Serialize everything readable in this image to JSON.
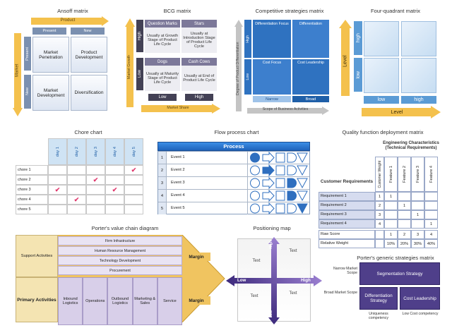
{
  "ansoff": {
    "title": "Ansoff matrix",
    "product_label": "Product",
    "market_label": "Market",
    "col_present": "Present",
    "col_new": "New",
    "row_present": "Present",
    "row_new": "New",
    "quadrants": [
      "Market Penetration",
      "Product Development",
      "Market Development",
      "Diversification"
    ]
  },
  "bcg": {
    "title": "BCG matrix",
    "y_label": "Market Growth",
    "x_label": "Market Share",
    "high": "High",
    "low": "Low",
    "x_low": "Low",
    "x_high": "High",
    "quadrants": [
      {
        "head": "Question Marks",
        "body": "Usually at Growth Stage of Product Life Cycle"
      },
      {
        "head": "Stars",
        "body": "Usually at Introduction Stage of Product Life Cycle"
      },
      {
        "head": "Dogs",
        "body": "Usually at Maturity Stage of Product Life Cycle"
      },
      {
        "head": "Cash Cows",
        "body": "Usually at End of Product Life Cycle"
      }
    ]
  },
  "competitive": {
    "title": "Competitive strategies matrix",
    "y_label": "Degree of Product Differentiation",
    "x_label": "Scope of Business Activities",
    "high": "High",
    "low": "Low",
    "narrow": "Narrow",
    "broad": "Broad",
    "quadrants": [
      "Differentiation Focus",
      "Differentiation",
      "Cost Focus",
      "Cost Leadership"
    ]
  },
  "four_quadrant": {
    "title": "Four-quadrant matrix",
    "y_label": "Level",
    "x_label": "Level",
    "high": "high",
    "low": "low",
    "x_low": "low",
    "x_high": "high"
  },
  "chore": {
    "title": "Chore chart",
    "days": [
      "day 1",
      "day 2",
      "day 3",
      "day 4",
      "day 5"
    ],
    "chores": [
      "chore 1",
      "chore 2",
      "chore 3",
      "chore 4",
      "chore 5"
    ],
    "check": "✔",
    "checks": [
      [
        0,
        4
      ],
      [
        1,
        2
      ],
      [
        2,
        0
      ],
      [
        2,
        3
      ],
      [
        3,
        1
      ]
    ]
  },
  "flow": {
    "title": "Flow process chart",
    "header": "Process",
    "rows": [
      {
        "num": "1",
        "label": "Event 1"
      },
      {
        "num": "2",
        "label": "Event 2"
      },
      {
        "num": "3",
        "label": "Event 3"
      },
      {
        "num": "4",
        "label": "Event 4"
      },
      {
        "num": "5",
        "label": "Event 5"
      }
    ],
    "selected": [
      0,
      1,
      3,
      3,
      4
    ]
  },
  "qfd": {
    "title": "Quality function deployment matrix",
    "eng_header": "Engineering Characteristics (Technical Requirements)",
    "customer_header": "Customer Requirements",
    "weight_header": "Customer Weight",
    "features": [
      "Feature 1",
      "Feature 2",
      "Feature 3",
      "Feature 4"
    ],
    "requirements": [
      {
        "label": "Requirement 1",
        "weight": "1",
        "cells": [
          "1",
          "",
          "",
          ""
        ]
      },
      {
        "label": "Requirement 2",
        "weight": "2",
        "cells": [
          "",
          "1",
          "",
          ""
        ]
      },
      {
        "label": "Requirement 3",
        "weight": "3",
        "cells": [
          "",
          "",
          "1",
          ""
        ]
      },
      {
        "label": "Requirement 4",
        "weight": "4",
        "cells": [
          "",
          "",
          "",
          "1"
        ]
      }
    ],
    "raw_label": "Raw Score",
    "raw": [
      "1",
      "2",
      "3",
      "4"
    ],
    "rel_label": "Relative Weight",
    "rel": [
      "10%",
      "20%",
      "30%",
      "40%"
    ]
  },
  "value_chain": {
    "title": "Porter's value chain diagram",
    "support_label": "Support Activities",
    "primary_label": "Primary Activities",
    "support": [
      "Firm Infrastructure",
      "Human Resource Management",
      "Technology Development",
      "Procurement"
    ],
    "primary": [
      "Inbound Logistics",
      "Operations",
      "Outbound Logistics",
      "Marketing & Sales",
      "Service"
    ],
    "margin": "Margin"
  },
  "positioning": {
    "title": "Positioning map",
    "high_v": "High",
    "low_v": "Low",
    "high_h": "High",
    "low_h": "Low",
    "text": "Text"
  },
  "generic": {
    "title": "Porter's generic strategies matrix",
    "row1": "Narrow Market Scope",
    "row2": "Broad Market Scope",
    "col1": "Uniqueness competency",
    "col2": "Low Cost competency",
    "segmentation": "Segmentation Strategy",
    "differentiation": "Differentiation Strategy",
    "cost": "Cost Leadership"
  },
  "colors": {
    "ansoff_blue": "#7b90b0",
    "bcg_purple": "#7c7899",
    "competitive_blue": "#2f72c0",
    "quadrant_blue": "#5b9bd5",
    "arrow_gold": "#f4c14d",
    "check_pink": "#e03a6e",
    "generic_purple": "#4f3f8a"
  }
}
